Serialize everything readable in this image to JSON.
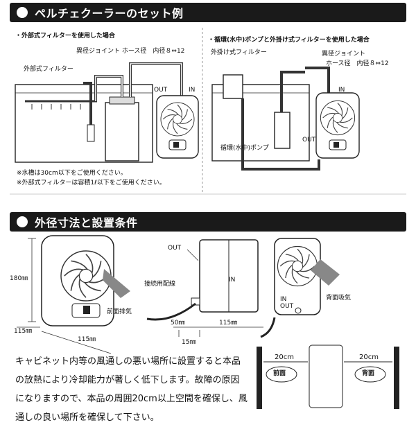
{
  "section1": {
    "title": "ペルチェクーラーのセット例",
    "left": {
      "heading": "・外部式フィルターを使用した場合",
      "joint_label": "異径ジョイント ホース径　内径８⇔12",
      "filter_label": "外部式フィルター",
      "notes": [
        "※水槽は30cm以下をご使用ください。",
        "※外部式フィルターは容積1ℓ以下をご使用ください。"
      ]
    },
    "right": {
      "heading": "・循環(水中)ポンプと外掛け式フィルターを使用した場合",
      "hang_filter_label": "外掛け式フィルター",
      "joint_label_1": "異径ジョイント",
      "joint_label_2": "ホース径　内径８⇔12",
      "pump_label": "循環(水中)ポンプ"
    },
    "out_label": "OUT",
    "in_label": "IN"
  },
  "section2": {
    "title": "外径寸法と設置条件",
    "dims": {
      "height": "180㎜",
      "depth": "115㎜",
      "width": "115㎜",
      "side_depth": "115㎜",
      "cable_out": "50㎜",
      "bottom": "15㎜"
    },
    "labels": {
      "front_exhaust": "前面排気",
      "rear_intake": "背面吸気",
      "cable": "接続用配線",
      "out": "OUT",
      "in": "IN"
    },
    "clearance": {
      "left_cm": "20cm",
      "right_cm": "20cm",
      "front": "前面",
      "back": "背面"
    },
    "paragraph": [
      "キャビネット内等の風通しの悪い場所に設置すると本品",
      "の放熱により冷却能力が著しく低下します。故障の原因",
      "になりますので、本品の周囲20cm以上空間を確保し、風",
      "通しの良い場所を確保して下さい。"
    ]
  }
}
